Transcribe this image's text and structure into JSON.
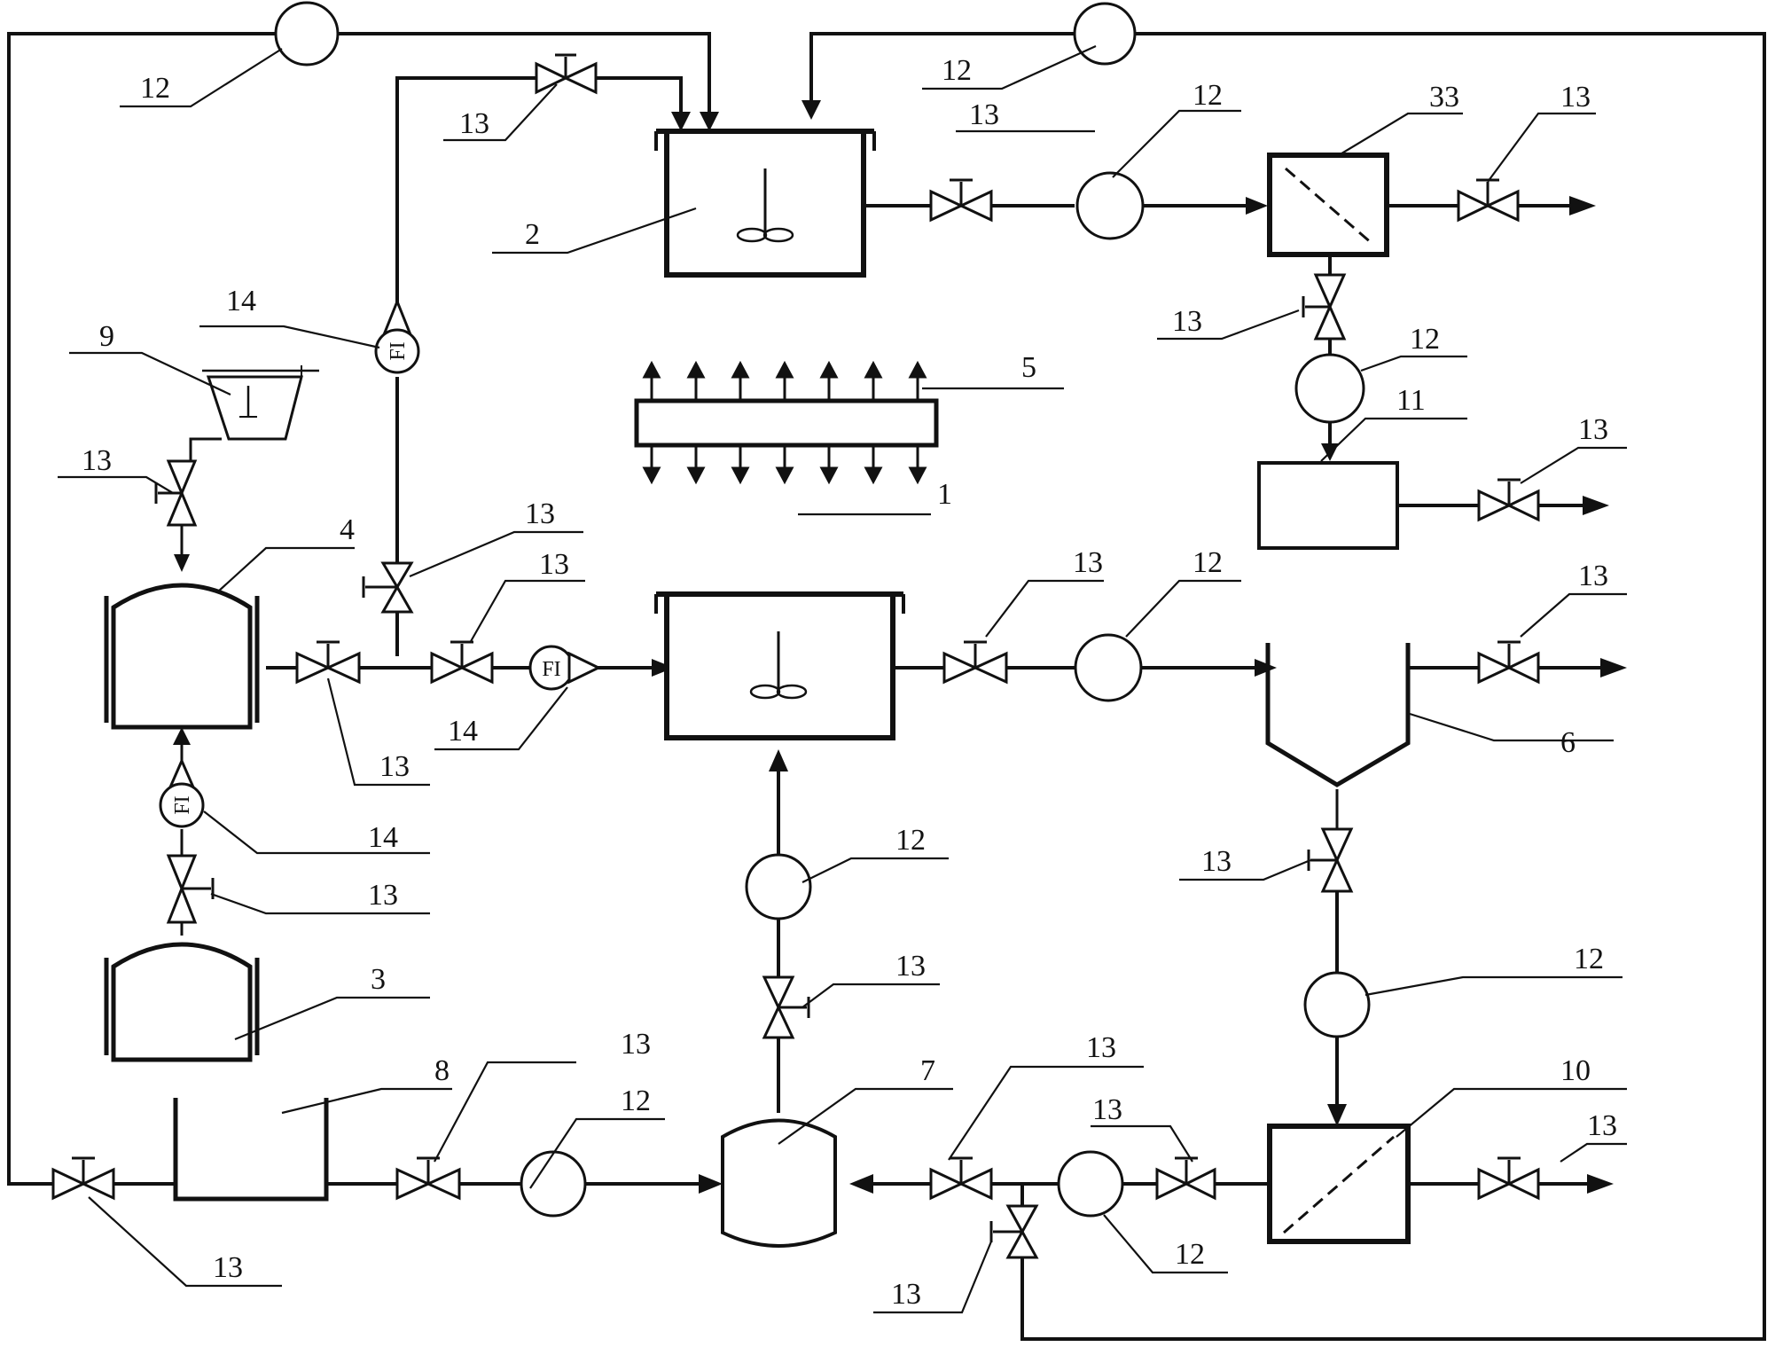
{
  "labels": {
    "l1": "1",
    "l2": "2",
    "l3": "3",
    "l4": "4",
    "l5": "5",
    "l6": "6",
    "l7": "7",
    "l8": "8",
    "l9": "9",
    "l10": "10",
    "l11": "11",
    "l12": "12",
    "l13": "13",
    "l14": "14",
    "l33": "33"
  },
  "instrument_text": "FI",
  "colors": {
    "line": "#111111",
    "background": "#ffffff"
  }
}
